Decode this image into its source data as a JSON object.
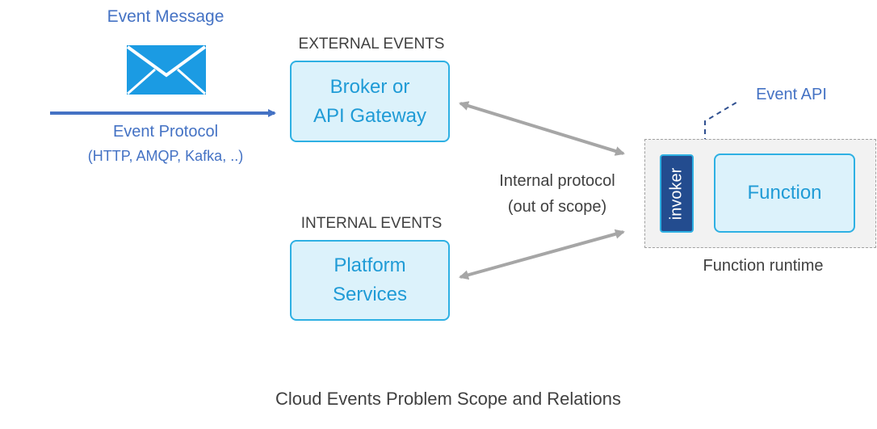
{
  "event_message": "Event Message",
  "event_protocol": {
    "title": "Event Protocol",
    "subtitle": "(HTTP, AMQP, Kafka, ..)"
  },
  "external_events": {
    "label": "EXTERNAL EVENTS",
    "box_line1": "Broker or",
    "box_line2": "API Gateway"
  },
  "internal_events": {
    "label": "INTERNAL EVENTS",
    "box_line1": "Platform",
    "box_line2": "Services"
  },
  "internal_protocol": {
    "line1": "Internal protocol",
    "line2": "(out of scope)"
  },
  "event_api": "Event API",
  "runtime": {
    "invoker": "invoker",
    "function": "Function",
    "label": "Function runtime"
  },
  "caption": "Cloud Events Problem Scope and Relations",
  "colors": {
    "accent_blue": "#4472C4",
    "box_border": "#2EB0E3",
    "box_fill": "#DCF2FB",
    "invoker_fill": "#234C8F",
    "arrow_gray": "#A6A6A6",
    "dark_blue_line": "#2F4F8F"
  },
  "icons": {
    "envelope": "envelope-icon"
  }
}
